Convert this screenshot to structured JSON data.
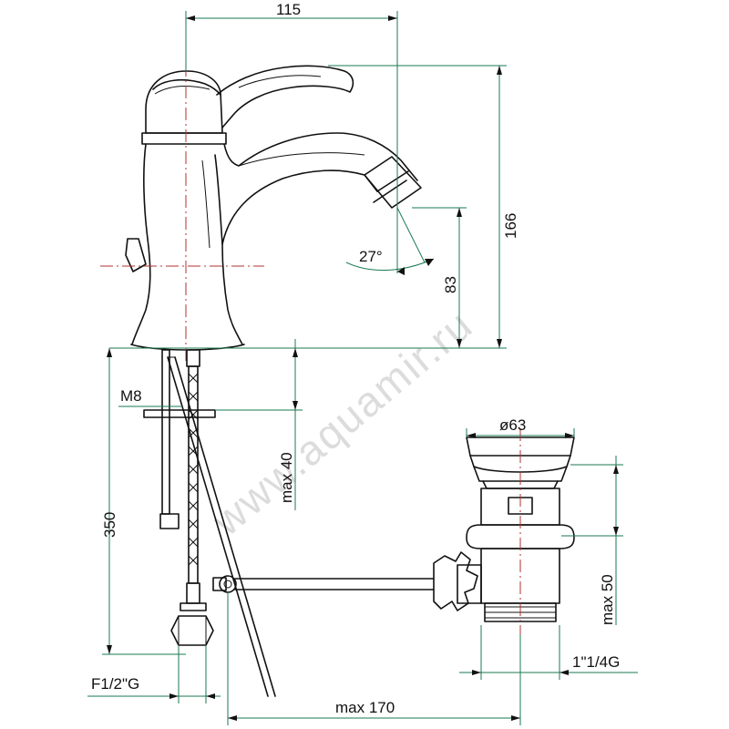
{
  "watermark": "www.aquamir.ru",
  "colors": {
    "outline": "#111111",
    "dimension": "#1a7a52",
    "axis": "#b03030"
  },
  "dimensions": {
    "width_115": "115",
    "height_166": "166",
    "spout_83": "83",
    "angle_27": "27°",
    "thread_m8": "M8",
    "hose_350": "350",
    "max_40": "max 40",
    "drain_d63": "ø63",
    "max_50": "max 50",
    "thread_g114": "1\"1/4G",
    "thread_f12g": "F1/2\"G",
    "max_170": "max 170"
  }
}
